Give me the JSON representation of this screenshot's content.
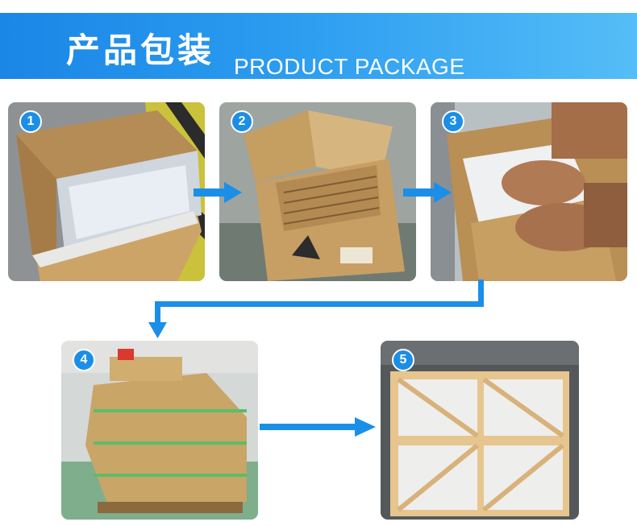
{
  "banner": {
    "title_cn": "产品包装",
    "title_en": "PRODUCT PACKAGE"
  },
  "steps": [
    {
      "number": "1",
      "icon": "foam-lined-box-photo"
    },
    {
      "number": "2",
      "icon": "boards-in-box-photo"
    },
    {
      "number": "3",
      "icon": "hands-covering-foam-photo"
    },
    {
      "number": "4",
      "icon": "boxes-on-pallet-photo"
    },
    {
      "number": "5",
      "icon": "crates-in-container-photo"
    }
  ],
  "colors": {
    "accent": "#1b8fe8",
    "banner_start": "#1a86e6",
    "banner_end": "#55bdf7",
    "cardboard": "#c9a46e",
    "foam": "#dfe6ee",
    "wood": "#e8c896"
  }
}
